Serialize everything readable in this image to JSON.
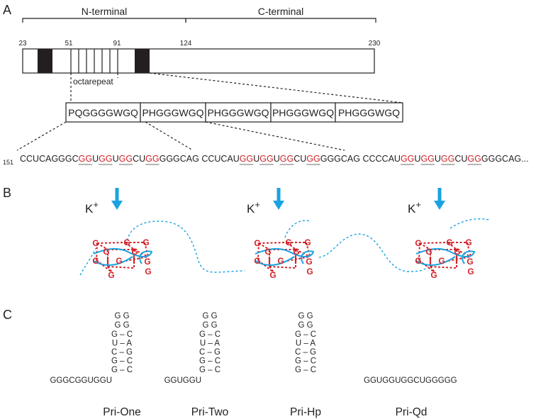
{
  "panels": {
    "a": "A",
    "b": "B",
    "c": "C"
  },
  "protein": {
    "n_terminal": "N-terminal",
    "c_terminal": "C-terminal",
    "pos_23": "23",
    "pos_51": "51",
    "pos_91": "91",
    "pos_124": "124",
    "pos_230": "230",
    "octarepeat_label": "octarepeat",
    "repeats": [
      "PQGGGGWGQ",
      "PHGGGWGQ",
      "PHGGGWGQ",
      "PHGGGWGQ",
      "PHGGGWGQ"
    ]
  },
  "sequence": {
    "start": "151",
    "segments": [
      {
        "t": "CCUCAGGGC",
        "h": false
      },
      {
        "t": "GG",
        "h": true
      },
      {
        "t": "U",
        "h": false
      },
      {
        "t": "GG",
        "h": true
      },
      {
        "t": "U",
        "h": false
      },
      {
        "t": "GG",
        "h": true
      },
      {
        "t": "CU",
        "h": false
      },
      {
        "t": "GG",
        "h": true
      },
      {
        "t": "GGGCAG CCUCAU",
        "h": false
      },
      {
        "t": "GG",
        "h": true
      },
      {
        "t": "U",
        "h": false
      },
      {
        "t": "GG",
        "h": true
      },
      {
        "t": "U",
        "h": false
      },
      {
        "t": "GG",
        "h": true
      },
      {
        "t": "CU",
        "h": false
      },
      {
        "t": "GG",
        "h": true
      },
      {
        "t": "GGGCAG CCCCAU",
        "h": false
      },
      {
        "t": "GG",
        "h": true
      },
      {
        "t": "U",
        "h": false
      },
      {
        "t": "GG",
        "h": true
      },
      {
        "t": "U",
        "h": false
      },
      {
        "t": "GG",
        "h": true
      },
      {
        "t": "CU",
        "h": false
      },
      {
        "t": "GG",
        "h": true
      },
      {
        "t": "GGGCAG...",
        "h": false
      }
    ]
  },
  "quadruplex": {
    "ion_base": "K",
    "ion_charge": "+",
    "g_label": "G",
    "arrow_color": "#1aa3e0",
    "g_color": "#d2232a"
  },
  "constructs": {
    "pri_one": {
      "name": "Pri-One",
      "loop": [
        "G G",
        "G       G"
      ],
      "stem": [
        "G – C",
        "U – A",
        "C – G",
        "G – C",
        "G – C"
      ],
      "tail": "GGGCGGUGGU"
    },
    "pri_two": {
      "name": "Pri-Two",
      "loop": [
        "G G",
        "G       G"
      ],
      "stem": [
        "G – C",
        "U – A",
        "C – G",
        "G – C",
        "G – C"
      ],
      "tail": "GGUGGU"
    },
    "pri_hp": {
      "name": "Pri-Hp",
      "loop": [
        "G G",
        "G       G"
      ],
      "stem": [
        "G – C",
        "U – A",
        "C – G",
        "G – C",
        "G – C"
      ]
    },
    "pri_qd": {
      "name": "Pri-Qd",
      "sequence": "GGUGGUGGCUGGGGG"
    }
  }
}
